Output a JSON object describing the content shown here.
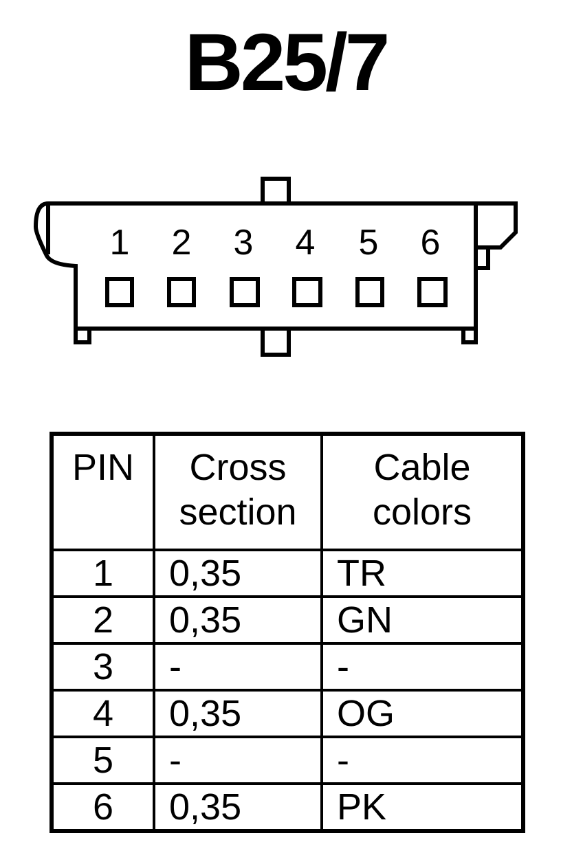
{
  "title": "B25/7",
  "connector": {
    "pin_labels": [
      "1",
      "2",
      "3",
      "4",
      "5",
      "6"
    ]
  },
  "table": {
    "headers": {
      "pin": "PIN",
      "cross_line1": "Cross",
      "cross_line2": "section",
      "color_line1": "Cable",
      "color_line2": "colors"
    },
    "rows": [
      {
        "pin": "1",
        "cross": "0,35",
        "color": "TR"
      },
      {
        "pin": "2",
        "cross": "0,35",
        "color": "GN"
      },
      {
        "pin": "3",
        "cross": "-",
        "color": "-"
      },
      {
        "pin": "4",
        "cross": "0,35",
        "color": "OG"
      },
      {
        "pin": "5",
        "cross": "-",
        "color": "-"
      },
      {
        "pin": "6",
        "cross": "0,35",
        "color": "PK"
      }
    ]
  }
}
